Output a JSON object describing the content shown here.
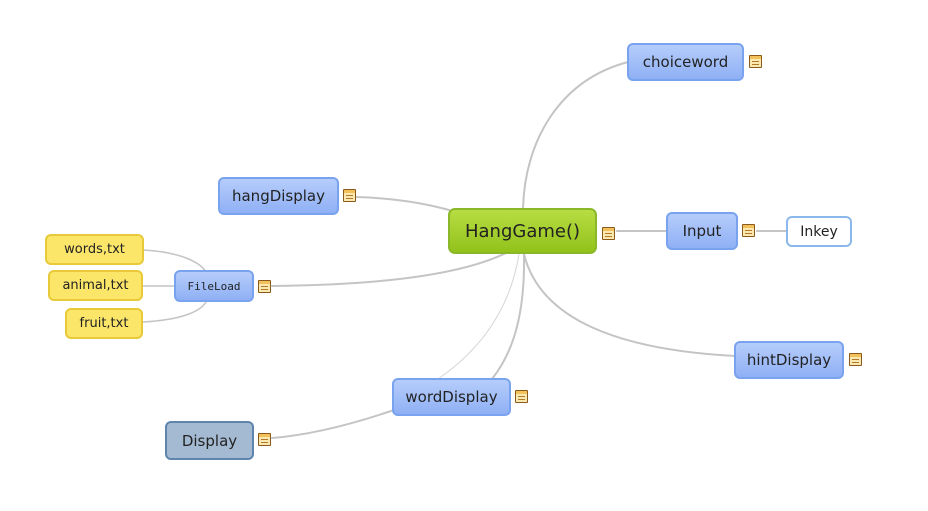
{
  "diagram": {
    "root": {
      "label": "HangGame()"
    },
    "nodes": {
      "choiceword": "choiceword",
      "hangDisplay": "hangDisplay",
      "input": "Input",
      "inkey": "Inkey",
      "fileLoad": "FileLoad",
      "words": "words,txt",
      "animal": "animal,txt",
      "fruit": "fruit,txt",
      "hintDisplay": "hintDisplay",
      "wordDisplay": "wordDisplay",
      "display": "Display"
    }
  },
  "colors": {
    "link": "#c4c4c4",
    "blue_node": "#9ab8f7",
    "root_node": "#a3cc2b",
    "yellow_node": "#fbe66a",
    "steel_node": "#a3bad2",
    "note_icon": "#f3c15b"
  },
  "icons": [
    "note-icon"
  ]
}
